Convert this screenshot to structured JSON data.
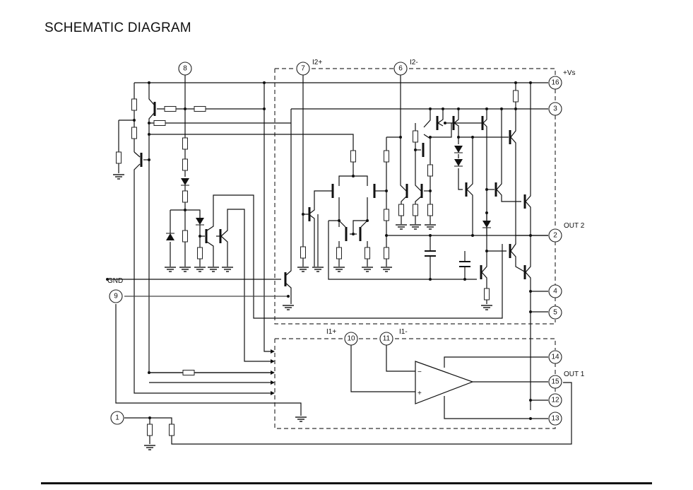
{
  "title": "SCHEMATIC DIAGRAM",
  "pins": {
    "p1": "1",
    "p2": "2",
    "p3": "3",
    "p4": "4",
    "p5": "5",
    "p6": "6",
    "p7": "7",
    "p8": "8",
    "p9": "9",
    "p10": "10",
    "p11": "11",
    "p12": "12",
    "p13": "13",
    "p14": "14",
    "p15": "15",
    "p16": "16"
  },
  "labels": {
    "i2_plus": "I2+",
    "i2_minus": "I2-",
    "vs": "+Vs",
    "out2": "OUT 2",
    "gnd": "GND",
    "i1_plus": "I1+",
    "i1_minus": "I1-",
    "out1": "OUT 1",
    "opamp_minus": "−",
    "opamp_plus": "+"
  },
  "colors": {
    "ink": "#111111",
    "background": "#ffffff"
  }
}
